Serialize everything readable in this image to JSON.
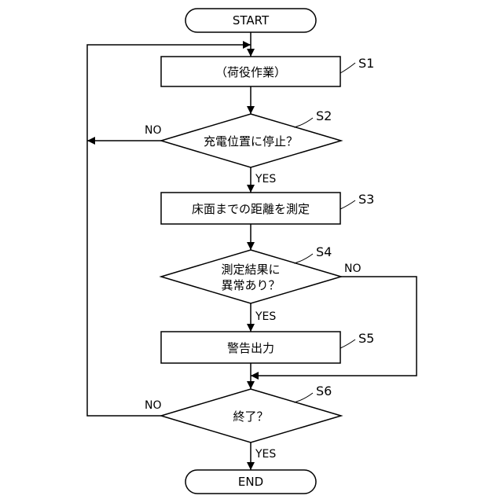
{
  "terminals": {
    "start": "START",
    "end": "END"
  },
  "steps": [
    {
      "id": "S1",
      "text": "（荷役作業）"
    },
    {
      "id": "S2",
      "text": "充電位置に停止？",
      "yes": "YES",
      "no": "NO"
    },
    {
      "id": "S3",
      "text": "床面までの距離を測定"
    },
    {
      "id": "S4",
      "text_line1": "測定結果に",
      "text_line2": "異常あり？",
      "yes": "YES",
      "no": "NO"
    },
    {
      "id": "S5",
      "text": "警告出力"
    },
    {
      "id": "S6",
      "text": "終了？",
      "yes": "YES",
      "no": "NO"
    }
  ]
}
